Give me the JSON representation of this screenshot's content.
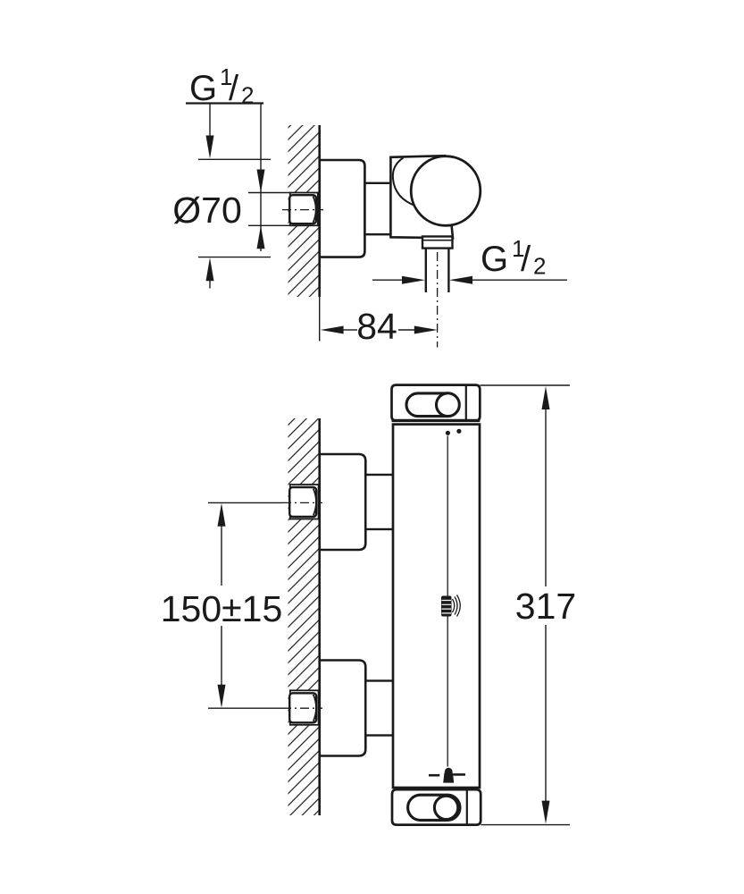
{
  "labels": {
    "thread_top": {
      "prefix": "G",
      "numerator": "1",
      "slash": "/",
      "denominator": "2"
    },
    "thread_outlet": {
      "prefix": "G",
      "numerator": "1",
      "slash": "/",
      "denominator": "2"
    },
    "escutcheon_diameter": "Ø70",
    "wall_to_outlet_center": "84",
    "inlet_center_spacing": "150±15",
    "overall_height": "317"
  },
  "colors": {
    "line": "#1a1a1a",
    "background": "#ffffff"
  }
}
